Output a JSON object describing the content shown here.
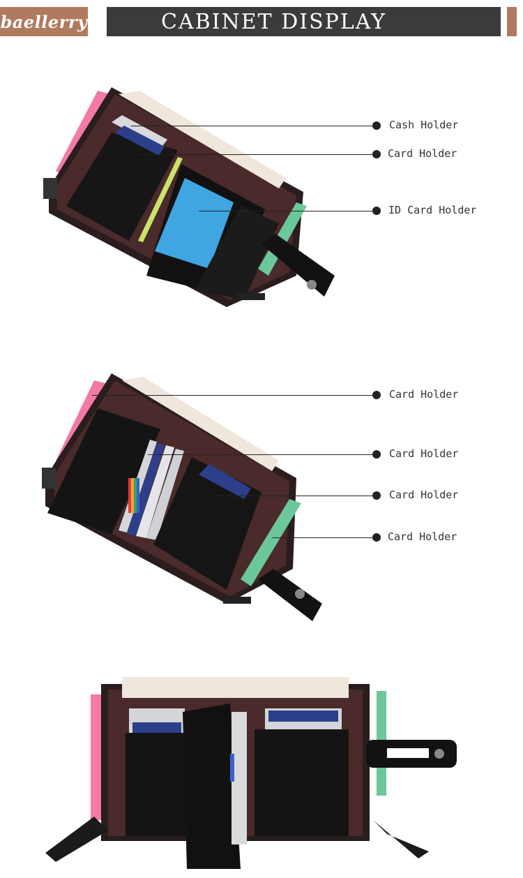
{
  "header": {
    "brand": "baellerry",
    "title": "CABINET DISPLAY",
    "accent_color": "#b07a5e",
    "title_bar_color": "#3b3b3b"
  },
  "section1": {
    "callouts": [
      {
        "label": "Cash Holder"
      },
      {
        "label": "Card Holder"
      },
      {
        "label": "ID Card Holder"
      }
    ]
  },
  "section2": {
    "callouts": [
      {
        "label": "Card Holder"
      },
      {
        "label": "Card Holder"
      },
      {
        "label": "Card Holder"
      },
      {
        "label": "Card Holder"
      }
    ]
  },
  "section3": {},
  "icons": {
    "wallet": "wallet-photo-icon"
  }
}
